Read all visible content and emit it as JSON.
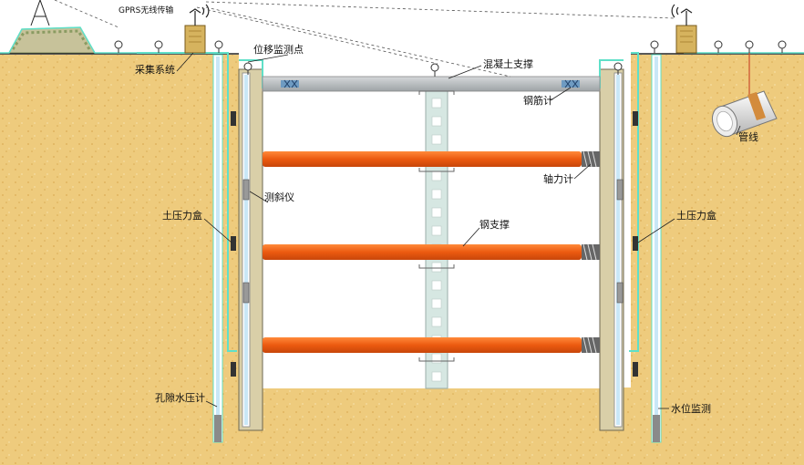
{
  "labels": {
    "gprs": "GPRS无线传输",
    "acquisition": "采集系统",
    "displacement_point": "位移监测点",
    "concrete_support": "混凝土支撑",
    "rebar_meter": "钢筋计",
    "axial_meter": "轴力计",
    "inclinometer": "测斜仪",
    "steel_support": "钢支撑",
    "earth_pressure_left": "土压力盒",
    "earth_pressure_right": "土压力盒",
    "pore_pressure": "孔隙水压计",
    "water_level": "水位监测",
    "pipeline": "管线"
  },
  "colors": {
    "soil": "#EDCB7C",
    "steel_support": "#F26A1B",
    "concrete_support": "#B8BCBE",
    "wall": "#D9CFA8",
    "liner": "#5FE0C8"
  },
  "icons": [
    "antenna-icon",
    "displacement-marker-icon",
    "pipe-icon"
  ]
}
